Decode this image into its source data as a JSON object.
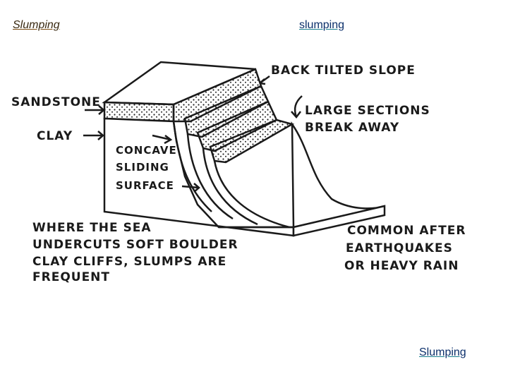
{
  "links": {
    "top_left": "Slumping",
    "top_center": "slumping",
    "bottom_right": "Slumping"
  },
  "labels": {
    "back_tilted_slope": "BACK TILTED SLOPE",
    "sandstone": "SANDSTONE",
    "large_sections": [
      "LARGE SECTIONS",
      "BREAK AWAY"
    ],
    "clay": "CLAY",
    "concave_surface": [
      "CONCAVE",
      "SLIDING",
      "SURFACE"
    ],
    "where_sea": [
      "WHERE THE SEA",
      "UNDERCUTS SOFT BOULDER",
      "CLAY CLIFFS, SLUMPS ARE",
      "FREQUENT"
    ],
    "common_after": [
      "COMMON AFTER",
      "EARTHQUAKES",
      "OR HEAVY RAIN"
    ]
  },
  "colors": {
    "ink": "#1a1a1a",
    "link_brown": "#7a4a10",
    "link_teal": "#1a7f8f"
  }
}
